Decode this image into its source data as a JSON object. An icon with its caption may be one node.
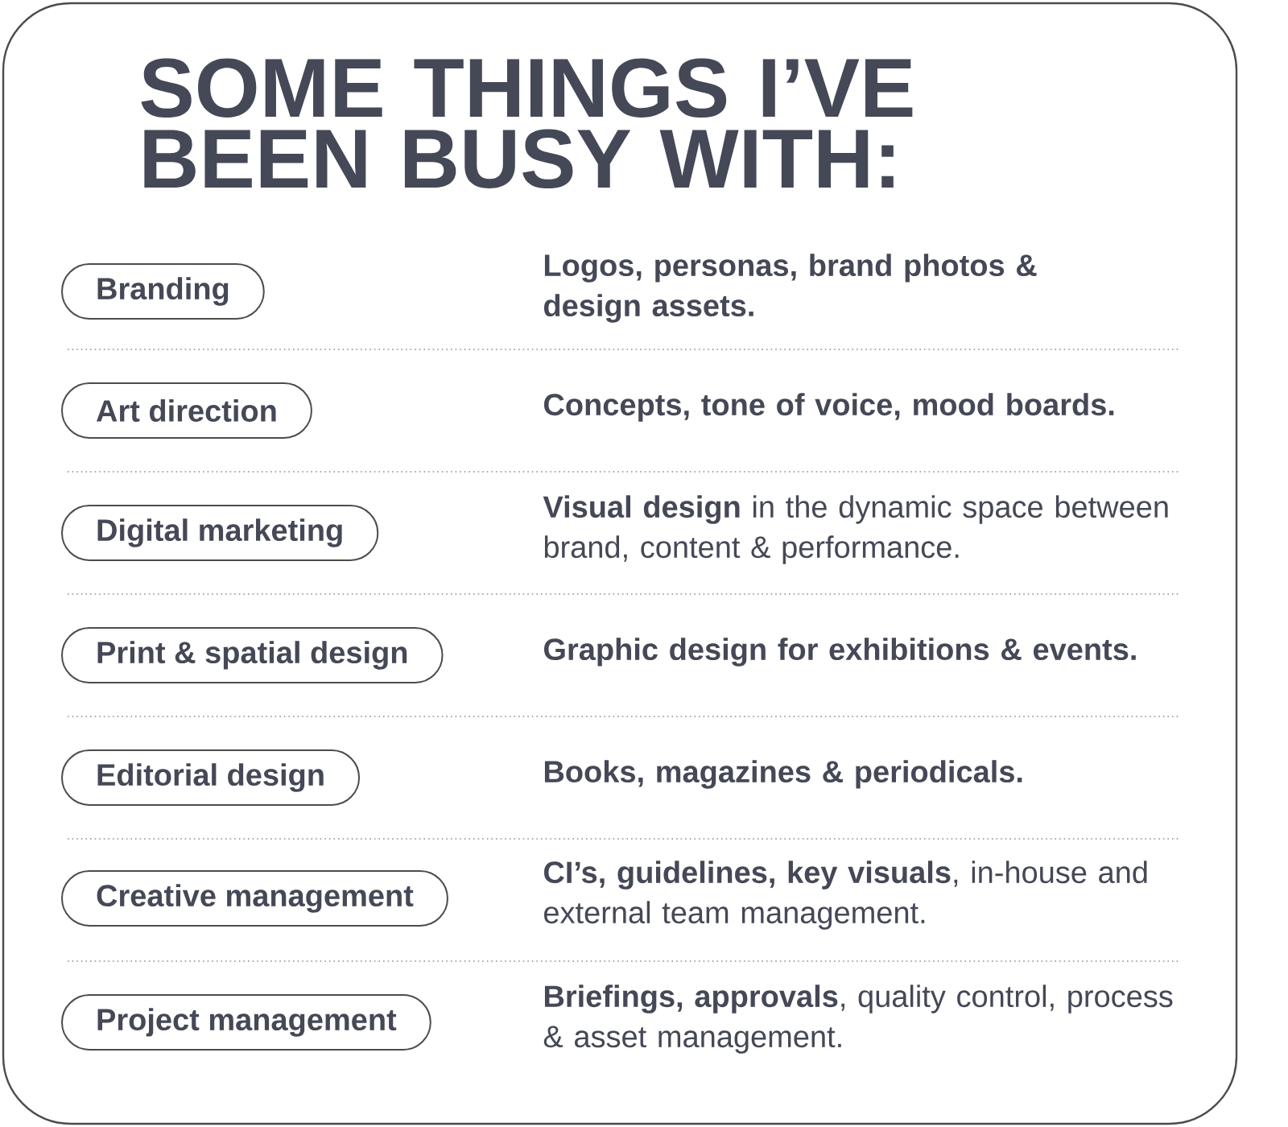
{
  "diagram": {
    "title": "SOME THINGS I’VE BEEN BUSY WITH:",
    "nodes": [
      {
        "text": [
          "Branding"
        ]
      },
      {
        "text": [
          "Art direction"
        ]
      },
      {
        "text": [
          "Digital marketing"
        ]
      },
      {
        "text": [
          "Print & spatial design"
        ]
      },
      {
        "text": [
          "Editorial design"
        ]
      },
      {
        "text": [
          "Creative management"
        ]
      },
      {
        "text": [
          "Project management"
        ]
      }
    ],
    "labels": [
      "Logos, personas, brand photos & design assets.",
      "Concepts, tone of voice, mood boards.",
      "**Visual design** in the dynamic space between brand, content & performance.",
      "Graphic design for exhibitions & events.",
      "Books, magazines & periodicals.",
      "**CI’s, guidelines, key visuals**, in-house and external team management.",
      "**Briefings, approvals**, quality control, process & asset management."
    ]
  }
}
